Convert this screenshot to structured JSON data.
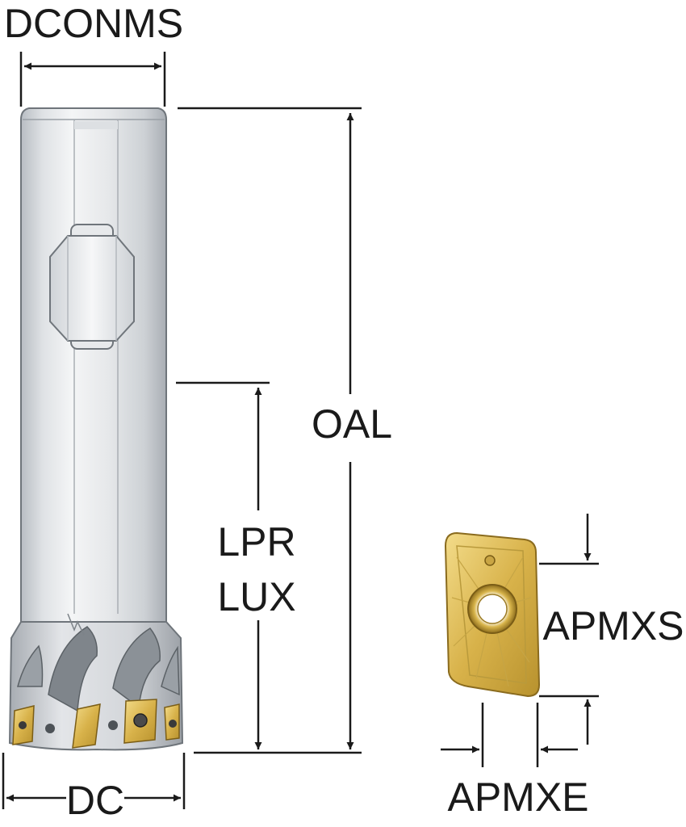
{
  "labels": {
    "dconms": "DCONMS",
    "oal": "OAL",
    "lpr": "LPR",
    "lux": "LUX",
    "dc": "DC",
    "apmxs": "APMXS",
    "apmxe": "APMXE"
  },
  "colors": {
    "shank_light": "#eef0f2",
    "shank_mid": "#c9cdd2",
    "shank_dark": "#9aa0a6",
    "insert_gold": "#d8b24a",
    "insert_light": "#f3dc8a",
    "insert_dark": "#a8842a",
    "line": "#1a1a1a"
  }
}
